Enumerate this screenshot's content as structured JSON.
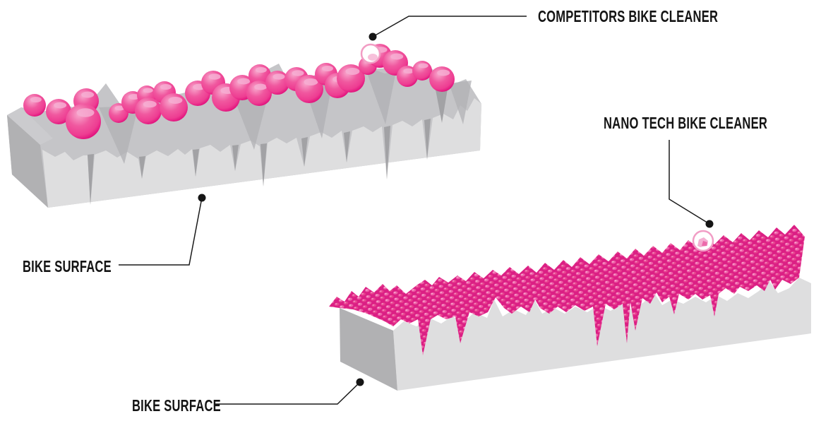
{
  "labels": {
    "competitors": "COMPETITORS BIKE CLEANER",
    "nano": "NANO TECH BIKE CLEANER",
    "surface_top": "BIKE SURFACE",
    "surface_bottom": "BIKE SURFACE"
  },
  "colors": {
    "background": "#ffffff",
    "droplet_pink": "#ee4597",
    "droplet_pink_dark": "#de0a79",
    "droplet_pink_light": "#f8a9cd",
    "coat_pink": "#e02f8c",
    "coat_pink_light": "#f173b1",
    "surface_gray_front": "#dededf",
    "surface_gray_side": "#b1b1b3",
    "surface_gray_top": "#c5c5c8",
    "shadow_gray": "#a2a2a5",
    "leader_line": "#1a1a1a"
  }
}
